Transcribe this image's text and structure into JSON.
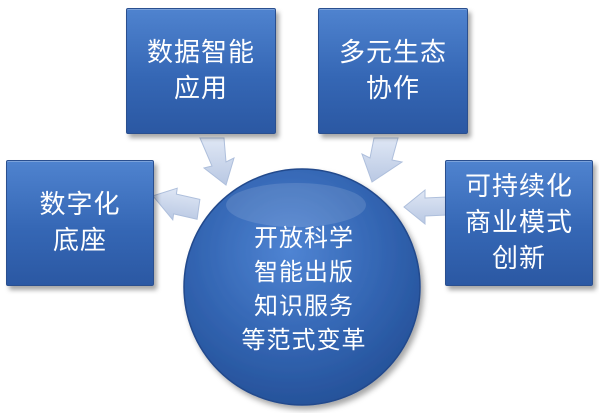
{
  "diagram": {
    "center": {
      "lines": [
        "开放科学",
        "智能出版",
        "知识服务",
        "等范式变革"
      ]
    },
    "nodes": {
      "digital": {
        "lines": [
          "数字化",
          "底座"
        ]
      },
      "apps": {
        "lines": [
          "数据智能",
          "应用"
        ]
      },
      "eco": {
        "lines": [
          "多元生态",
          "协作"
        ]
      },
      "business": {
        "lines": [
          "可持续化",
          "商业模式",
          "创新"
        ]
      }
    },
    "colors": {
      "box_fill": "#3567b5",
      "circle_fill": "#2f5ea8",
      "arrow_fill": "#c9d6ec"
    }
  }
}
